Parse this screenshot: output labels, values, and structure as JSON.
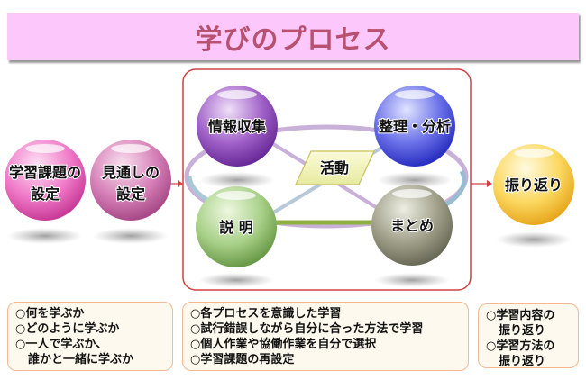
{
  "title": "学びのプロセス",
  "stages": {
    "task_setting": [
      "学習課題の",
      "設定"
    ],
    "outlook_setting": [
      "見通しの",
      "設定"
    ],
    "reflection": "振り返り"
  },
  "activity": {
    "center_label": "活動",
    "steps": [
      "情報収集",
      "整理・分析",
      "説 明",
      "まとめ"
    ]
  },
  "notes": {
    "left": [
      "○何を学ぶか",
      "○どのように学ぶか",
      "○一人で学ぶか、",
      "誰かと一緒に学ぶか"
    ],
    "center": [
      "○各プロセスを意識した学習",
      "○試行錯誤しながら自分に合った方法で学習",
      "○個人作業や協働作業を自分で選択",
      "○学習課題の再設定"
    ],
    "right": [
      "○学習内容の",
      "振り返り",
      "○学習方法の",
      "振り返り"
    ]
  },
  "colors": {
    "title_bg": "#fcc8fc",
    "title_text": "#b85070",
    "frame": "#d04040"
  }
}
